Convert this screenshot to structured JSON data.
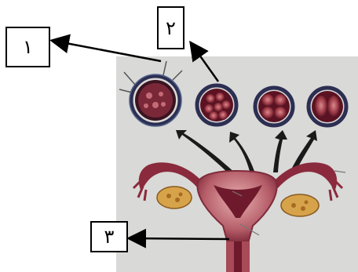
{
  "labels": {
    "label_1": "١",
    "label_2": "٢",
    "label_3": "٣"
  },
  "colors": {
    "panel_bg": "#d9d9d7",
    "tissue": "#8a2a3c",
    "tissue_dark": "#5b1222",
    "tissue_light": "#c4707a",
    "ring": "#2c2f52",
    "embryo_cell": "#9e3a46",
    "ovary": "#d6a34a"
  }
}
